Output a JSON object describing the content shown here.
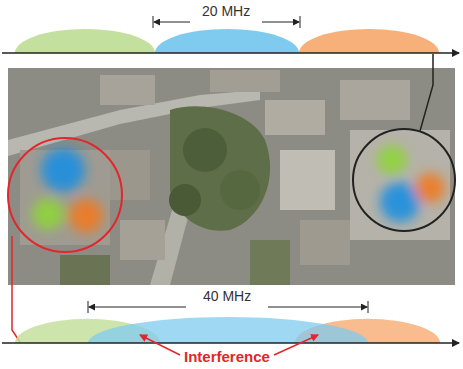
{
  "diagram": {
    "labels": [
      "20 MHz",
      "40 MHz",
      "Interference"
    ]
  }
}
